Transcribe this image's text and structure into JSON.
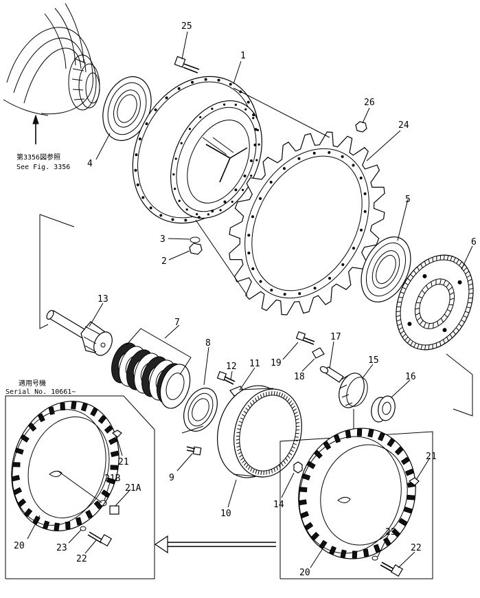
{
  "callouts": [
    {
      "id": "c25",
      "text": "25"
    },
    {
      "id": "c1",
      "text": "1"
    },
    {
      "id": "c4",
      "text": "4"
    },
    {
      "id": "c26",
      "text": "26"
    },
    {
      "id": "c24",
      "text": "24"
    },
    {
      "id": "c5",
      "text": "5"
    },
    {
      "id": "c6",
      "text": "6"
    },
    {
      "id": "c3",
      "text": "3"
    },
    {
      "id": "c2",
      "text": "2"
    },
    {
      "id": "c13",
      "text": "13"
    },
    {
      "id": "c7",
      "text": "7"
    },
    {
      "id": "c8",
      "text": "8"
    },
    {
      "id": "c12",
      "text": "12"
    },
    {
      "id": "c11",
      "text": "11"
    },
    {
      "id": "c17",
      "text": "17"
    },
    {
      "id": "c19",
      "text": "19"
    },
    {
      "id": "c18",
      "text": "18"
    },
    {
      "id": "c15",
      "text": "15"
    },
    {
      "id": "c16",
      "text": "16"
    },
    {
      "id": "c9",
      "text": "9"
    },
    {
      "id": "c10",
      "text": "10"
    },
    {
      "id": "c14",
      "text": "14"
    },
    {
      "id": "c21r",
      "text": "21"
    },
    {
      "id": "c23r",
      "text": "23"
    },
    {
      "id": "c22r",
      "text": "22"
    },
    {
      "id": "c20r",
      "text": "20"
    },
    {
      "id": "c21l",
      "text": "21"
    },
    {
      "id": "c21B",
      "text": "21B"
    },
    {
      "id": "c21A",
      "text": "21A"
    },
    {
      "id": "c20l",
      "text": "20"
    },
    {
      "id": "c23l",
      "text": "23"
    },
    {
      "id": "c22l",
      "text": "22"
    }
  ],
  "notes": {
    "ref_jp": "第3356図参照",
    "ref_en": "See Fig. 3356",
    "serial_jp": "適用号機",
    "serial_en": "Serial No. 10661~"
  }
}
